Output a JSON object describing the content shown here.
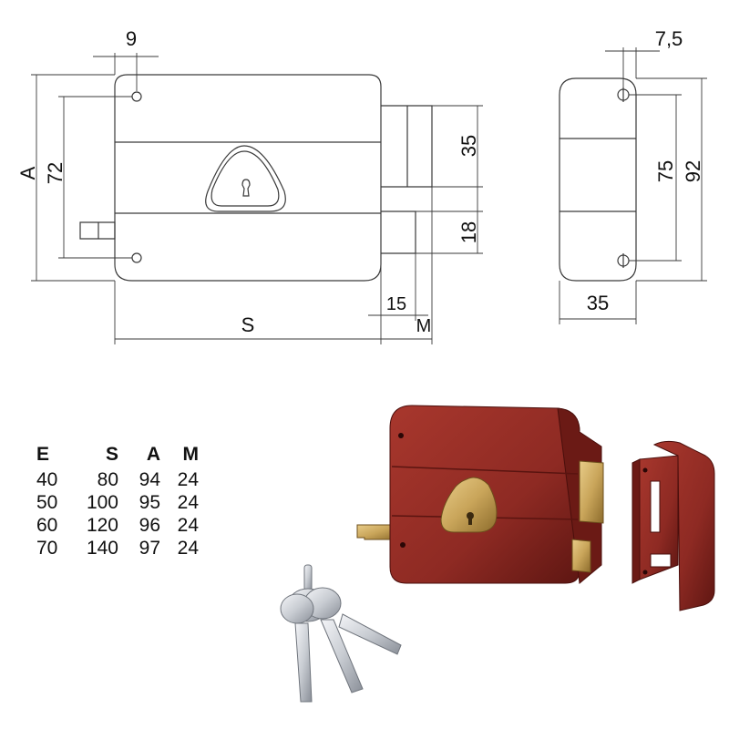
{
  "drawing": {
    "front_labels": {
      "top_width": "9",
      "height_a": "A",
      "height_72": "72",
      "bolt_35": "35",
      "bolt_18": "18",
      "backset_15": "15",
      "m": "M",
      "s": "S"
    },
    "side_labels": {
      "top_offset": "7,5",
      "hole_75": "75",
      "height_92": "92",
      "width_35": "35"
    }
  },
  "spec_table": {
    "headers": [
      "E",
      "S",
      "A",
      "M"
    ],
    "rows": [
      [
        "40",
        "80",
        "94",
        "24"
      ],
      [
        "50",
        "100",
        "95",
        "24"
      ],
      [
        "60",
        "120",
        "96",
        "24"
      ],
      [
        "70",
        "140",
        "97",
        "24"
      ]
    ]
  },
  "colors": {
    "line": "#3a3a3a",
    "lock_body": "#8e2a23",
    "lock_dark": "#5e1612",
    "brass": "#c9a55a",
    "key": "#c8ccd2"
  }
}
